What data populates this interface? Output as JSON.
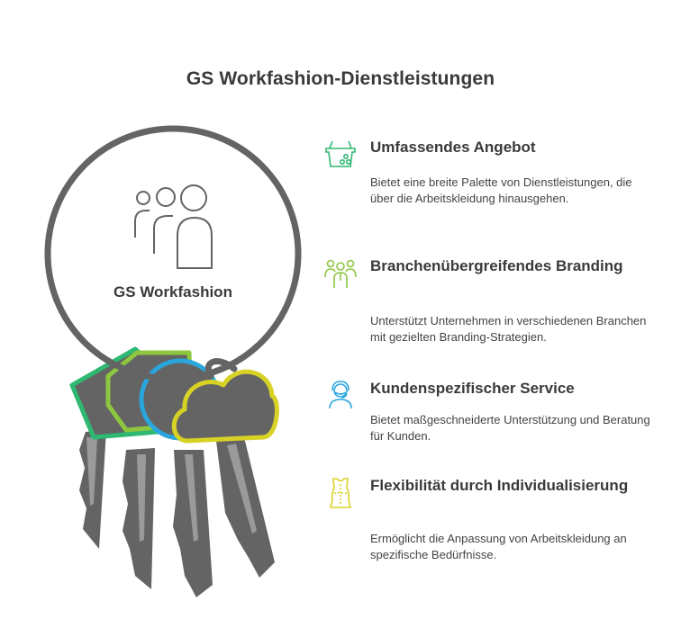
{
  "title": "GS Workfashion-Dienstleistungen",
  "center_label": "GS Workfashion",
  "colors": {
    "dark_gray": "#646464",
    "green_dark": "#2eb872",
    "green_light": "#8dc63f",
    "blue": "#2aa6dd",
    "yellow": "#d8d226"
  },
  "features": [
    {
      "icon": "shopping-basket-icon",
      "color": "#2eb872",
      "title": "Umfassendes Angebot",
      "description": "Bietet eine breite Palette von Dienstleistungen, die über die Arbeitskleidung hinausgehen."
    },
    {
      "icon": "people-group-icon",
      "color": "#8dc63f",
      "title": "Branchenübergreifendes Branding",
      "description": "Unterstützt Unternehmen in verschiedenen Branchen mit gezielten Branding-Strategien."
    },
    {
      "icon": "customer-service-agent-icon",
      "color": "#2aa6dd",
      "title": "Kundenspezifischer Service",
      "description": "Bietet maßgeschneiderte Unterstützung und Beratung für Kunden."
    },
    {
      "icon": "tailored-garment-icon",
      "color": "#d8d226",
      "title": "Flexibilität durch Individualisierung",
      "description": "Ermöglicht die Anpassung von Arbeitskleidung an spezifische Bedürfnisse."
    }
  ]
}
